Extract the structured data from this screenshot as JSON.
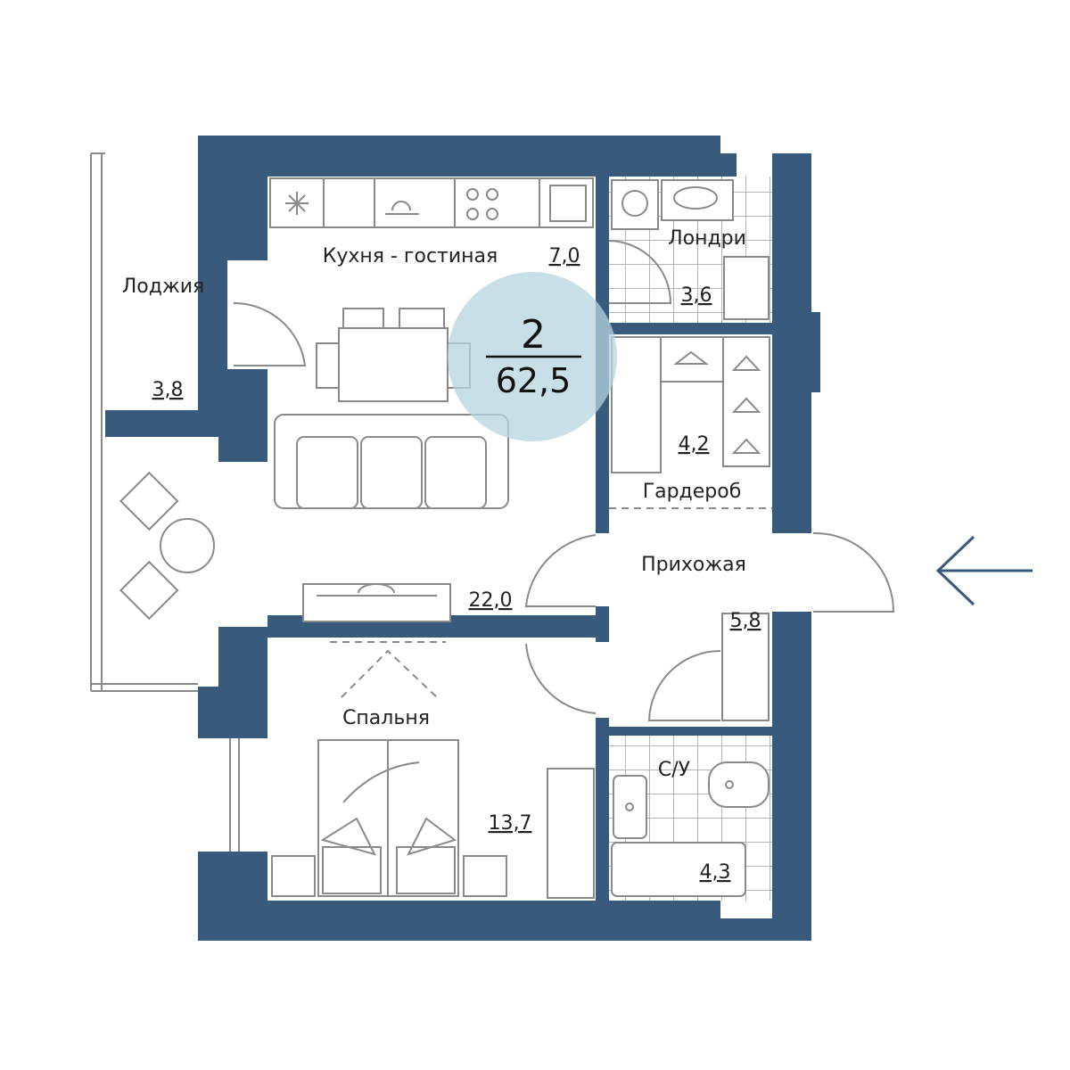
{
  "apartment": {
    "rooms": "2",
    "total_area": "62,5"
  },
  "rooms": {
    "kitchen_living": {
      "label": "Кухня - гостиная",
      "area": "22,0",
      "kitchen_area": "7,0"
    },
    "loggia": {
      "label": "Лоджия",
      "area": "3,8"
    },
    "laundry": {
      "label": "Лондри",
      "area": "3,6"
    },
    "wardrobe": {
      "label": "Гардероб",
      "area": "4,2"
    },
    "hallway": {
      "label": "Прихожая",
      "area": "5,8"
    },
    "bedroom": {
      "label": "Спальня",
      "area": "13,7"
    },
    "bathroom": {
      "label": "С/У",
      "area": "4,3"
    }
  },
  "colors": {
    "wall": "#375a7d",
    "badge": "#c5dde6",
    "entrance_arrow": "#375a7d"
  }
}
